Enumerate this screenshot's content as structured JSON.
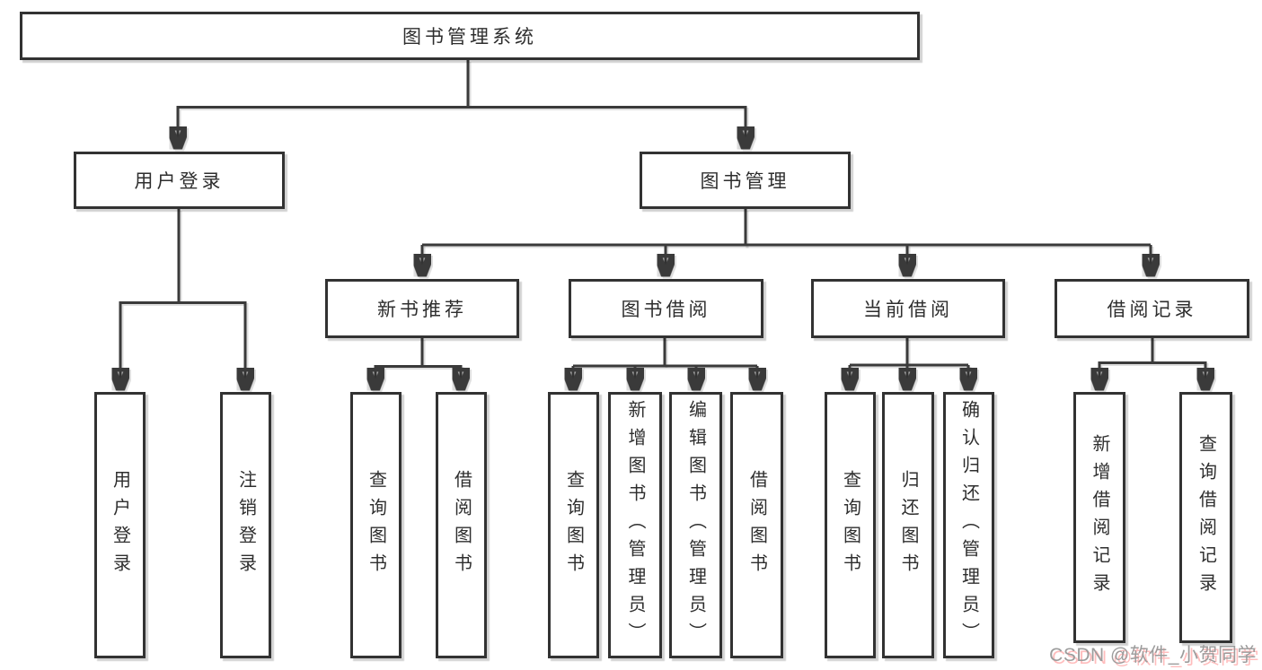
{
  "diagram": {
    "type": "function-structure-tree",
    "title": "图书管理系统",
    "colors": {
      "background": "#ffffff",
      "line": "#3a3a3a",
      "box_border": "#323232",
      "text": "#2e2e2e",
      "watermark_text": "#9c9c9c",
      "watermark_shadow": "#ffbdbd"
    },
    "root": {
      "label": "图书管理系统",
      "children": [
        {
          "label": "用户登录",
          "children": [
            {
              "label": "用户登录"
            },
            {
              "label": "注销登录"
            }
          ]
        },
        {
          "label": "图书管理",
          "children": [
            {
              "label": "新书推荐",
              "children": [
                {
                  "label": "查询图书"
                },
                {
                  "label": "借阅图书"
                }
              ]
            },
            {
              "label": "图书借阅",
              "children": [
                {
                  "label": "查询图书"
                },
                {
                  "label": "新增图书（管理员）"
                },
                {
                  "label": "编辑图书（管理员）"
                },
                {
                  "label": "借阅图书"
                }
              ]
            },
            {
              "label": "当前借阅",
              "children": [
                {
                  "label": "查询图书"
                },
                {
                  "label": "归还图书"
                },
                {
                  "label": "确认归还（管理员）"
                }
              ]
            },
            {
              "label": "借阅记录",
              "children": [
                {
                  "label": "新增借阅记录"
                },
                {
                  "label": "查询借阅记录"
                }
              ]
            }
          ]
        }
      ]
    },
    "watermark": "CSDN @软件_小贺同学"
  }
}
